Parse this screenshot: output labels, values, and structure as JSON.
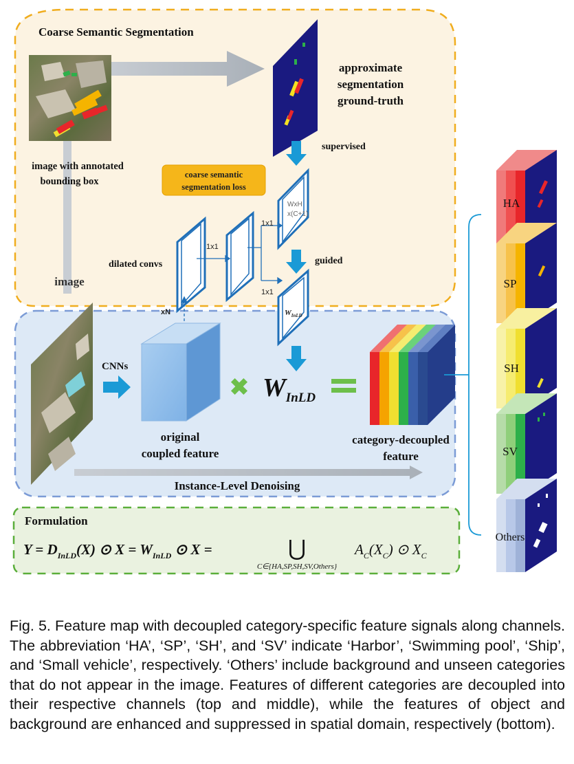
{
  "figure": {
    "coarse_title": "Coarse Semantic Segmentation",
    "approx_gt": [
      "approximate",
      "segmentation",
      "ground-truth"
    ],
    "supervised": "supervised",
    "image_annotated": [
      "image with annotated",
      "bounding box"
    ],
    "coarse_loss": [
      "coarse semantic",
      "segmentation loss"
    ],
    "wxh": "WxH",
    "cplus": "x(C+1)",
    "one_by_one": "1x1",
    "dilated": "dilated convs",
    "guided": "guided",
    "image_label": "image",
    "xn": "xN",
    "w_small_main": "W",
    "w_small_sub": "InLD",
    "cnns": "CNNs",
    "w_main": "W",
    "w_sub": "InLD",
    "original": [
      "original",
      "coupled feature"
    ],
    "decoupled": [
      "category-decoupled",
      "feature"
    ],
    "denoising": "Instance-Level Denoising",
    "formulation": "Formulation",
    "formula_left": "Y = D",
    "formula_sub1": "InLD",
    "formula_mid1": "(X) ⊙ X = W",
    "formula_sub2": "InLD",
    "formula_mid2": " ⊙ X =",
    "union": "⋃",
    "union_sub": "C∈{HA,SP,SH,SV,Others}",
    "formula_right": "A",
    "formula_rsub1": "C",
    "formula_right2": "(X",
    "formula_rsub2": "C",
    "formula_right3": ") ⊙ X",
    "formula_rsub3": "C",
    "categories": [
      "HA",
      "SP",
      "SH",
      "SV",
      "Others"
    ],
    "colors": {
      "HA": "#e8262a",
      "SP": "#f5b400",
      "SH": "#f0e030",
      "SV": "#2db04a",
      "Others": "#b8c8e8",
      "navy": "#1a1a80",
      "teal": "#1a9ad6"
    }
  },
  "caption": "Fig. 5. Feature map with decoupled category-specific feature signals along channels. The abbreviation ‘HA’, ‘SP’, ‘SH’, and ‘SV’ indicate ‘Harbor’, ‘Swimming pool’, ‘Ship’, and ‘Small vehicle’, respectively. ‘Others’ include background and unseen categories that do not appear in the image. Features of different categories are decoupled into their respective channels (top and middle), while the features of object and background are enhanced and suppressed in spatial domain, respectively (bottom)."
}
